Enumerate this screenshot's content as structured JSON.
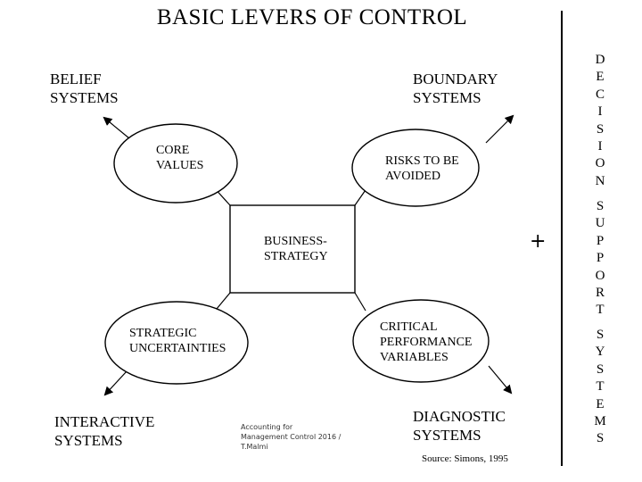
{
  "title": "BASIC LEVERS OF CONTROL",
  "levers": {
    "belief": "BELIEF\nSYSTEMS",
    "boundary": "BOUNDARY\nSYSTEMS",
    "interactive": "INTERACTIVE\nSYSTEMS",
    "diagnostic": "DIAGNOSTIC\nSYSTEMS"
  },
  "nodes": {
    "core_values": "CORE\nVALUES",
    "risks": "RISKS TO BE\nAVOIDED",
    "strategic_uncertainties": "STRATEGIC\nUNCERTAINTIES",
    "critical_variables": "CRITICAL\nPERFORMANCE\nVARIABLES",
    "strategy": "BUSINESS-\nSTRATEGY"
  },
  "plus_sign": "+",
  "footer": "Accounting for\nManagement Control 2016 /\nT.Malmi",
  "source": "Source: Simons, 1995",
  "side_text": {
    "word1": "DECISION",
    "word2": "SUPPORT",
    "word3": "SYSTEMS"
  }
}
